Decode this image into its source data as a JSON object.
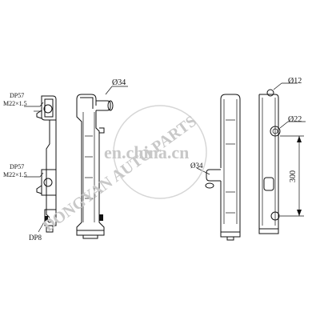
{
  "labels": {
    "left_upper_code": "DP57",
    "left_upper_thread": "M22×1.5",
    "left_lower_code": "DP57",
    "left_lower_thread": "M22×1.5",
    "left_bottom_code": "DP8",
    "left_diameter": "Ø34",
    "right_top_diameter": "Ø12",
    "right_mid_diameter": "Ø22",
    "right_side_diameter": "Ø34",
    "height_dimension": "300"
  },
  "watermarks": {
    "center_text": "en.china.cn",
    "diagonal_text": "DONGYAN AUTO PARTS"
  },
  "colors": {
    "line": "#111111",
    "background": "#ffffff",
    "watermark_text": "#c8c8c8",
    "watermark_ring": "#d6d6d6"
  }
}
